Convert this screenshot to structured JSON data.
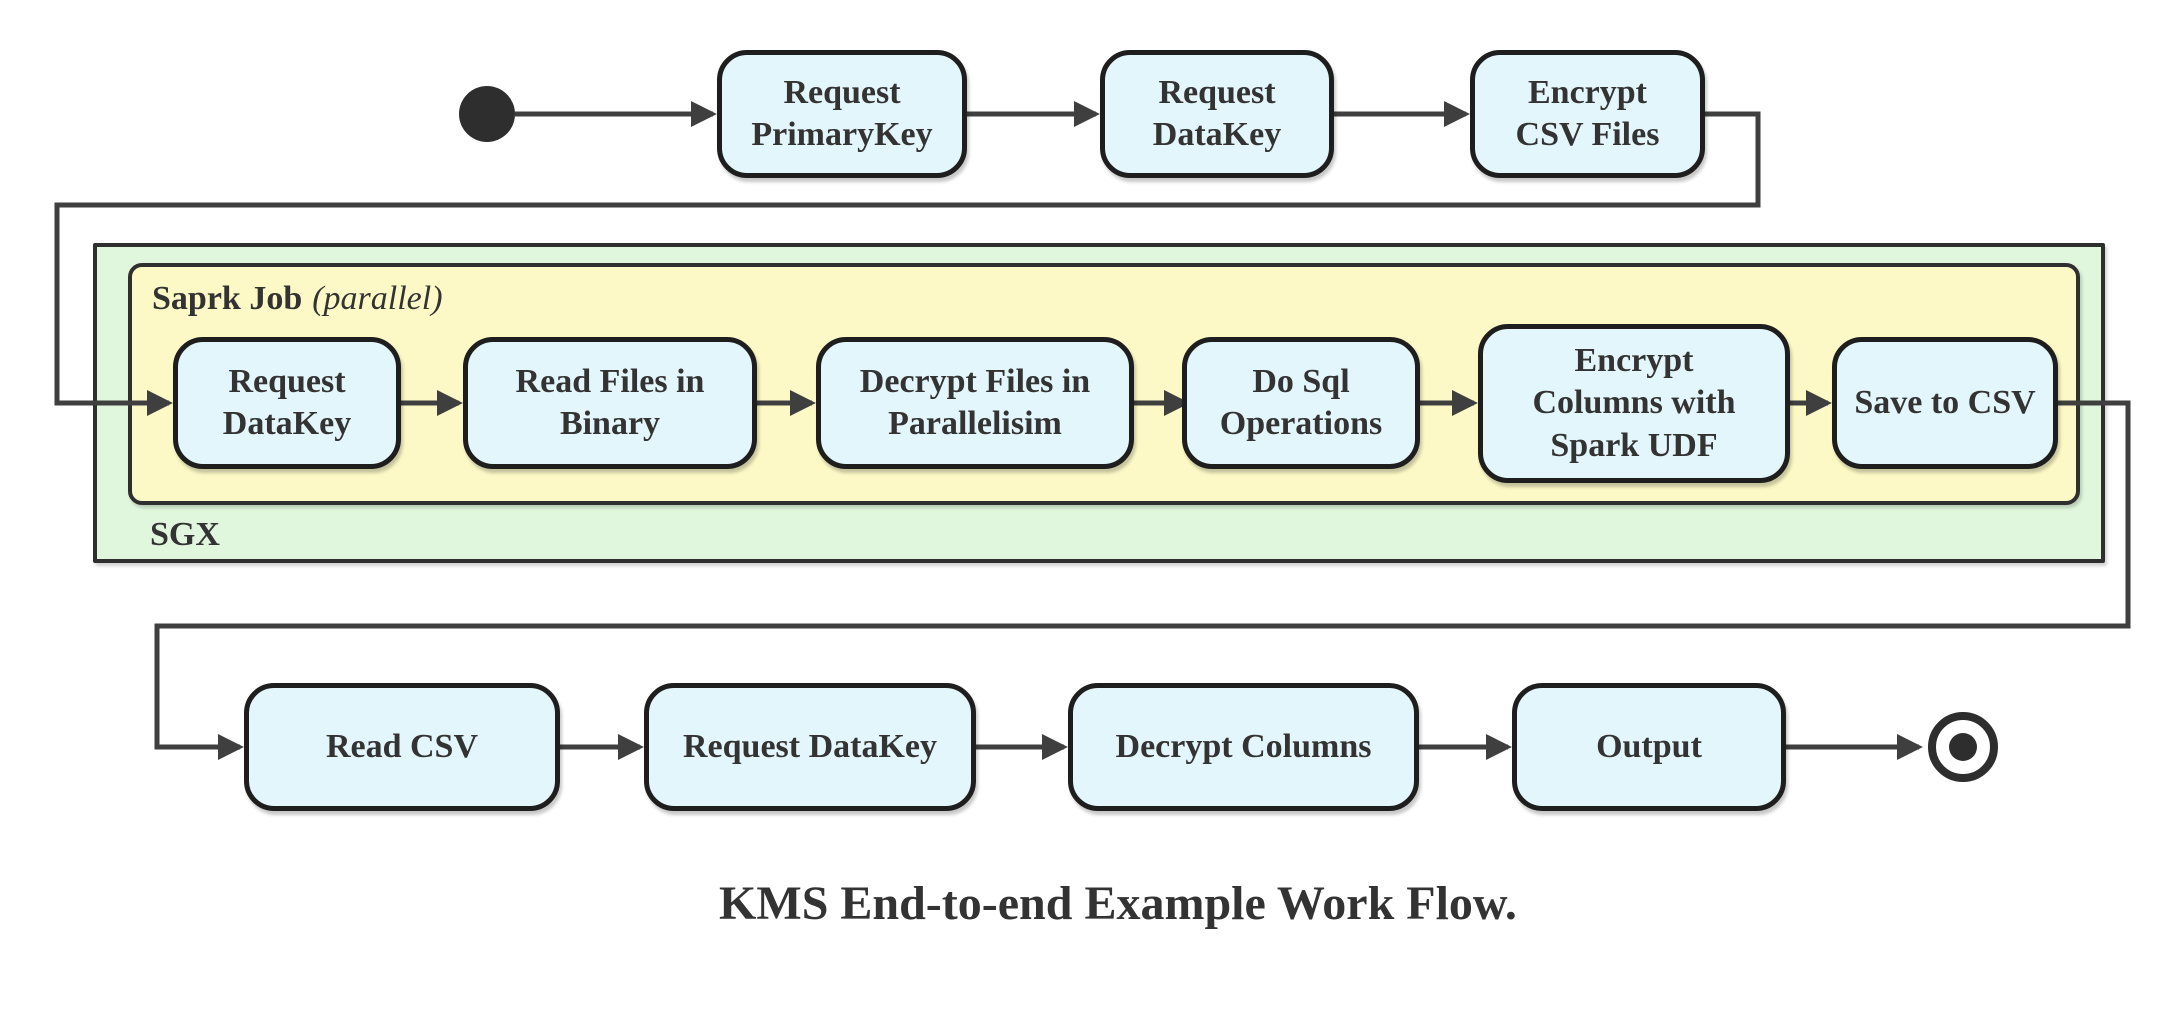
{
  "colors": {
    "background": "#ffffff",
    "node-fill": "#e3f6fb",
    "node-border": "#1e1e1e",
    "sgx-fill": "#e0f7dd",
    "spark-fill": "#fcf9c6",
    "container-border": "#2f2f2f",
    "edge": "#3f3f3f",
    "state": "#2e2e2e",
    "text": "#333333"
  },
  "diagram": {
    "start_node": {
      "type": "initial-state"
    },
    "top_row": [
      {
        "id": "request-primarykey",
        "label": [
          "Request",
          "PrimaryKey"
        ]
      },
      {
        "id": "request-datakey",
        "label": [
          "Request",
          "DataKey"
        ]
      },
      {
        "id": "encrypt-csv-files",
        "label": [
          "Encrypt",
          "CSV Files"
        ]
      }
    ],
    "sgx_container": {
      "label": "SGX",
      "spark_container": {
        "title": "Saprk Job",
        "qualifier": "(parallel)",
        "nodes": [
          {
            "id": "request-datakey",
            "label": [
              "Request",
              "DataKey"
            ]
          },
          {
            "id": "read-files-in-binary",
            "label": [
              "Read Files in",
              "Binary"
            ]
          },
          {
            "id": "decrypt-files-in-parallelisim",
            "label": [
              "Decrypt Files in",
              "Parallelisim"
            ]
          },
          {
            "id": "do-sql-operations",
            "label": [
              "Do Sql",
              "Operations"
            ]
          },
          {
            "id": "encrypt-columns-with-spark-udf",
            "label": [
              "Encrypt",
              "Columns with",
              "Spark UDF"
            ]
          },
          {
            "id": "save-to-csv",
            "label": [
              "Save to CSV"
            ]
          }
        ]
      }
    },
    "bottom_row": [
      {
        "id": "read-csv",
        "label": [
          "Read CSV"
        ]
      },
      {
        "id": "request-datakey",
        "label": [
          "Request DataKey"
        ]
      },
      {
        "id": "decrypt-columns",
        "label": [
          "Decrypt Columns"
        ]
      },
      {
        "id": "output",
        "label": [
          "Output"
        ]
      }
    ],
    "end_node": {
      "type": "final-state"
    },
    "caption": "KMS End-to-end Example Work Flow."
  }
}
